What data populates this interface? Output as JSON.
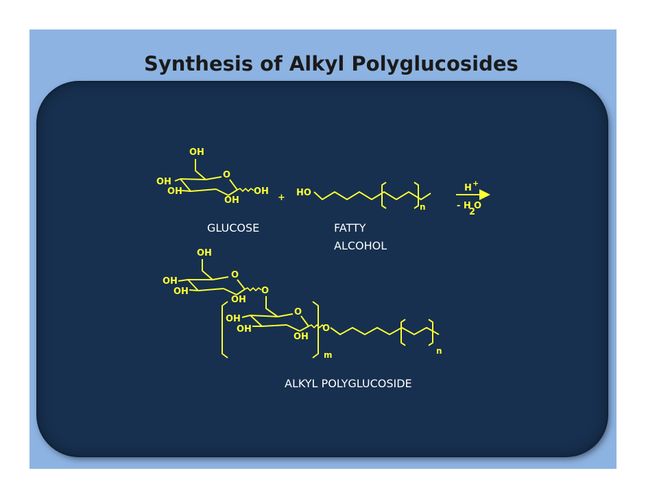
{
  "title": "Synthesis of Alkyl Polyglucosides",
  "atoms": {
    "oh": "OH",
    "ho": "HO",
    "o": "O",
    "h": "H",
    "plus": "+",
    "minus_h": "- H",
    "sub_2": "2",
    "n": "n",
    "m": "m"
  },
  "labels": {
    "glucose": "GLUCOSE",
    "fatty": "FATTY",
    "alcohol": "ALCOHOL",
    "product": "ALKYL POLYGLUCOSIDE"
  },
  "colors": {
    "structure": "#ffff33",
    "panel": "#17304f",
    "background": "#8db3e2"
  }
}
